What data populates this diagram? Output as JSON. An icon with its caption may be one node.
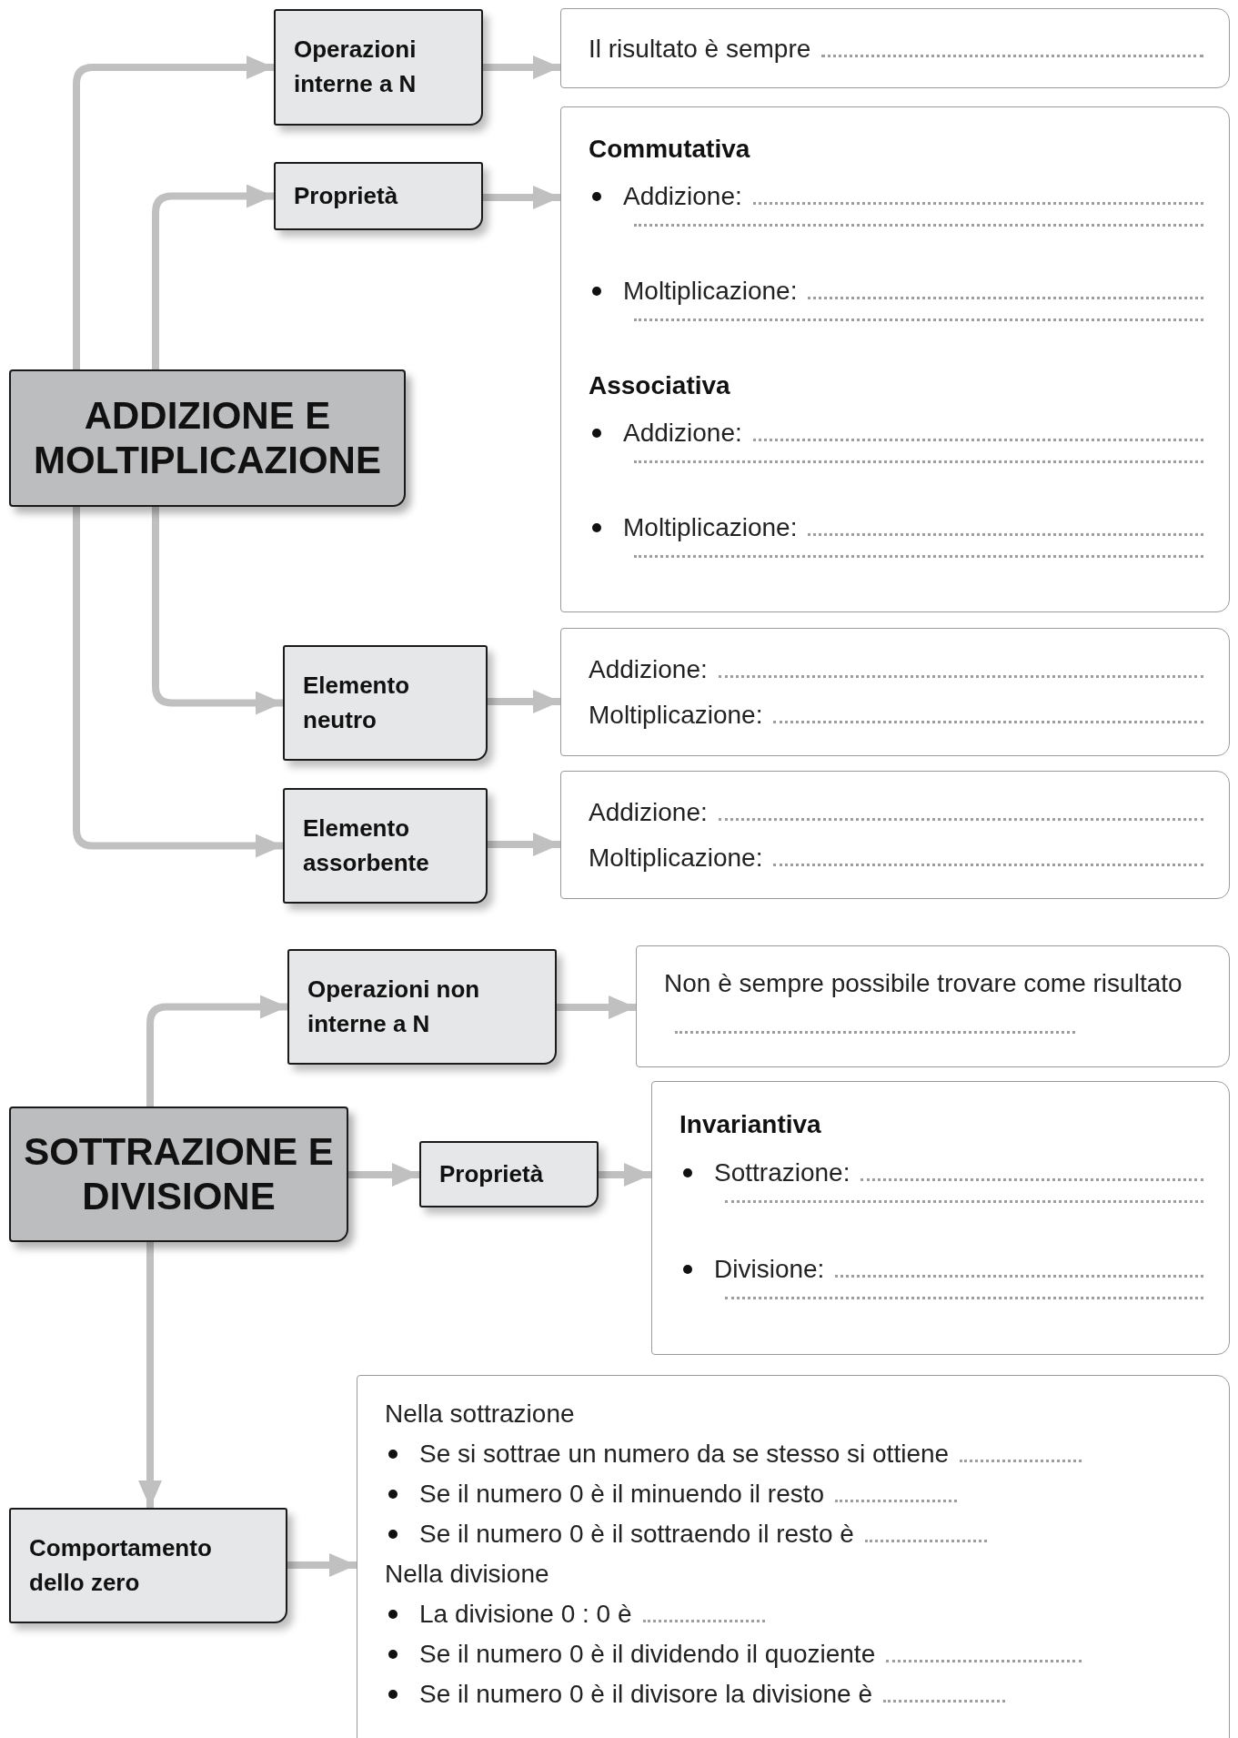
{
  "diagram": {
    "nodes": [
      {
        "text": [
          "ADDIZIONE E MOLTIPLICAZIONE"
        ]
      },
      {
        "text": [
          "Operazioni interne a N"
        ]
      },
      {
        "text": [
          "Il risultato è sempre"
        ]
      },
      {
        "text": [
          "Proprietà"
        ]
      },
      {
        "text": [
          "Commutativa",
          "Addizione:",
          "Moltiplicazione:",
          "Associativa",
          "Addizione:",
          "Moltiplicazione:"
        ]
      },
      {
        "text": [
          "Elemento neutro"
        ]
      },
      {
        "text": [
          "Addizione:",
          "Moltiplicazione:"
        ]
      },
      {
        "text": [
          "Elemento assorbente"
        ]
      },
      {
        "text": [
          "Addizione:",
          "Moltiplicazione:"
        ]
      },
      {
        "text": [
          "SOTTRAZIONE E DIVISIONE"
        ]
      },
      {
        "text": [
          "Operazioni non interne a N"
        ]
      },
      {
        "text": [
          "Non è sempre possibile trovare come risultato"
        ]
      },
      {
        "text": [
          "Proprietà"
        ]
      },
      {
        "text": [
          "Invariantiva",
          "Sottrazione:",
          "Divisione:"
        ]
      },
      {
        "text": [
          "Comportamento dello zero"
        ]
      },
      {
        "text": [
          "Nella sottrazione",
          "Se si sottrae un numero da se stesso si ottiene",
          "Se il numero 0 è il minuendo il resto",
          "Se il numero 0 è il sottraendo il resto è",
          "Nella divisione",
          "La divisione 0 : 0 è",
          "Se il numero 0 è il dividendo il quoziente",
          "Se il numero 0 è il divisore la divisione è"
        ]
      }
    ],
    "edges": [
      {
        "from": 0,
        "to": 1,
        "arrow": "to"
      },
      {
        "from": 1,
        "to": 2,
        "arrow": "to"
      },
      {
        "from": 0,
        "to": 3,
        "arrow": "to"
      },
      {
        "from": 3,
        "to": 4,
        "arrow": "to"
      },
      {
        "from": 0,
        "to": 5,
        "arrow": "to"
      },
      {
        "from": 5,
        "to": 6,
        "arrow": "to"
      },
      {
        "from": 0,
        "to": 7,
        "arrow": "to"
      },
      {
        "from": 7,
        "to": 8,
        "arrow": "to"
      },
      {
        "from": 9,
        "to": 10,
        "arrow": "to"
      },
      {
        "from": 10,
        "to": 11,
        "arrow": "to"
      },
      {
        "from": 9,
        "to": 12,
        "arrow": "to"
      },
      {
        "from": 12,
        "to": 13,
        "arrow": "to"
      },
      {
        "from": 9,
        "to": 14,
        "arrow": "to"
      },
      {
        "from": 14,
        "to": 15,
        "arrow": "to"
      }
    ]
  }
}
